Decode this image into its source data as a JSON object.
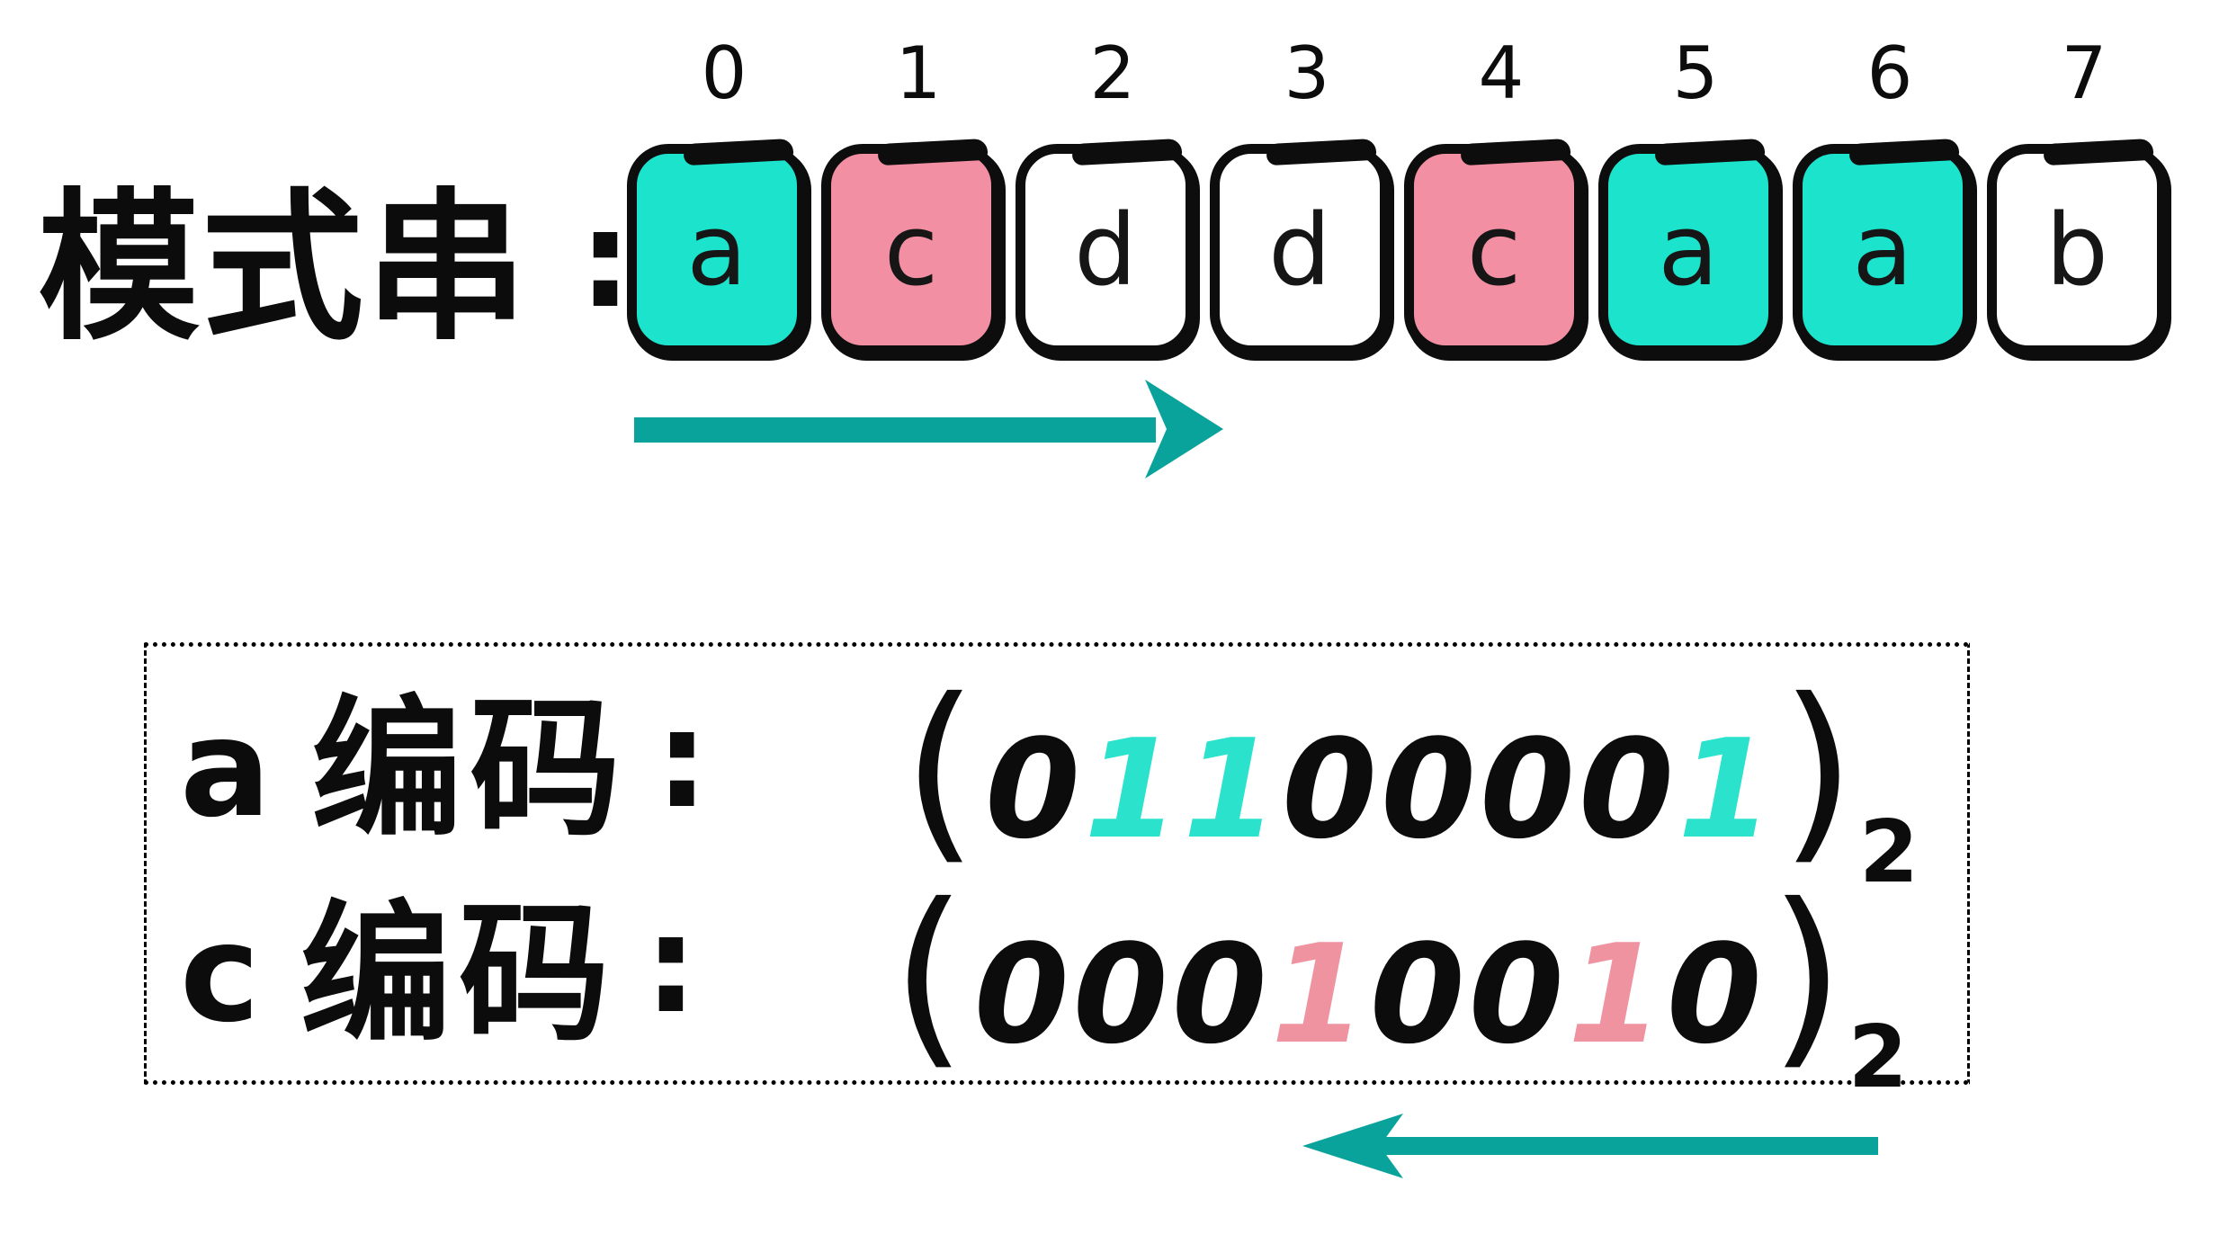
{
  "pattern": {
    "label": "模式串",
    "colon": ":",
    "indices": [
      "0",
      "1",
      "2",
      "3",
      "4",
      "5",
      "6",
      "7"
    ],
    "cells": [
      {
        "char": "a",
        "color": "teal"
      },
      {
        "char": "c",
        "color": "pink"
      },
      {
        "char": "d",
        "color": "white"
      },
      {
        "char": "d",
        "color": "white"
      },
      {
        "char": "c",
        "color": "pink"
      },
      {
        "char": "a",
        "color": "teal"
      },
      {
        "char": "a",
        "color": "teal"
      },
      {
        "char": "b",
        "color": "white"
      }
    ]
  },
  "scan_arrows": {
    "forward_direction": "right",
    "backward_direction": "left"
  },
  "encodings": [
    {
      "key": "a",
      "label": "编码",
      "colon": ":",
      "open": "(",
      "close": ")",
      "base": "2",
      "value": "01100001",
      "digits": [
        {
          "d": "0",
          "c": "black"
        },
        {
          "d": "1",
          "c": "teal"
        },
        {
          "d": "1",
          "c": "teal"
        },
        {
          "d": "0",
          "c": "black"
        },
        {
          "d": "0",
          "c": "black"
        },
        {
          "d": "0",
          "c": "black"
        },
        {
          "d": "0",
          "c": "black"
        },
        {
          "d": "1",
          "c": "teal"
        }
      ]
    },
    {
      "key": "c",
      "label": "编码",
      "colon": ":",
      "open": "(",
      "close": ")",
      "base": "2",
      "value": "00010010",
      "digits": [
        {
          "d": "0",
          "c": "black"
        },
        {
          "d": "0",
          "c": "black"
        },
        {
          "d": "0",
          "c": "black"
        },
        {
          "d": "1",
          "c": "pink"
        },
        {
          "d": "0",
          "c": "black"
        },
        {
          "d": "0",
          "c": "black"
        },
        {
          "d": "1",
          "c": "pink"
        },
        {
          "d": "0",
          "c": "black"
        }
      ]
    }
  ],
  "colors": {
    "cell_teal": "#1CE3CC",
    "cell_pink": "#F28FA2",
    "arrow_teal": "#09A39C",
    "digit_teal": "#2BE3CD",
    "digit_pink": "#EF93A1",
    "ink": "#0C0C0C"
  }
}
